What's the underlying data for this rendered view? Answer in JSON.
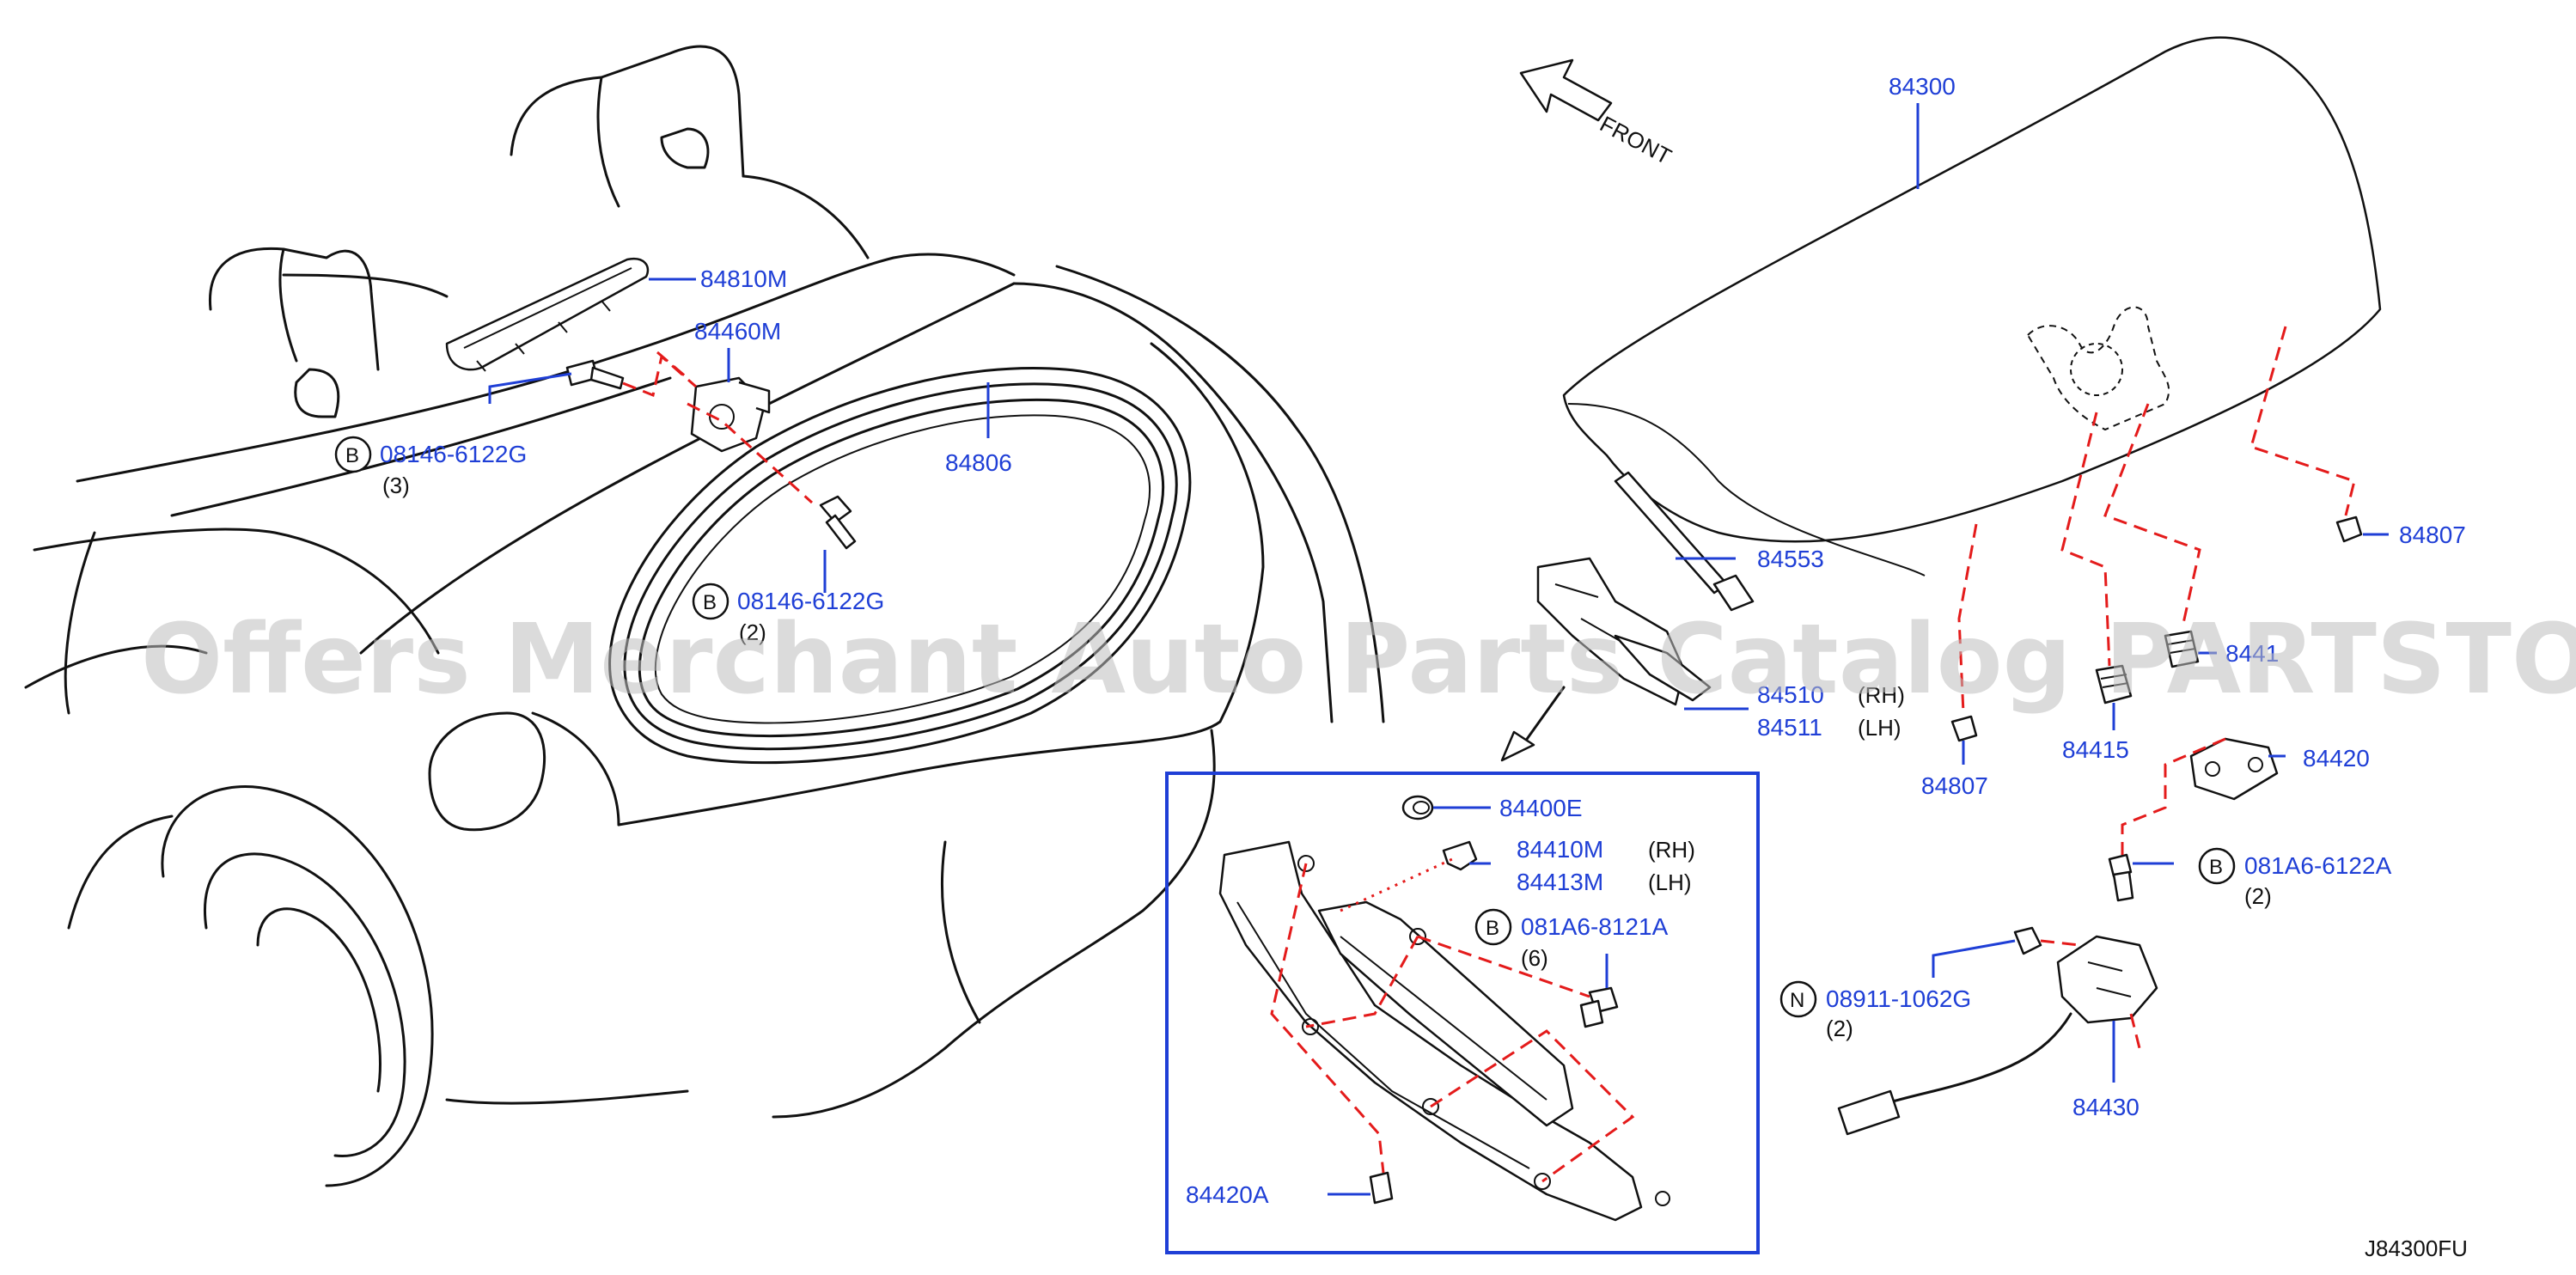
{
  "diagram": {
    "front_label": "FRONT",
    "drawing_code": "J84300FU",
    "watermark": "Offers Merchant Auto Parts Catalog PARTSTORE.SA",
    "colors": {
      "callout": "#1f3fd6",
      "dash": "#e41b1b",
      "line": "#111111",
      "inset_border": "#1f3fd6"
    },
    "callouts": {
      "p84300": "84300",
      "p84810M": "84810M",
      "p84460M": "84460M",
      "bolt1_num": "08146-6122G",
      "bolt1_letter": "B",
      "bolt1_qty": "(3)",
      "p84806": "84806",
      "bolt2_num": "08146-6122G",
      "bolt2_letter": "B",
      "bolt2_qty": "(2)",
      "p84553": "84553",
      "p84510": "84510",
      "p84510_side": "(RH)",
      "p84511": "84511",
      "p84511_side": "(LH)",
      "p84807_right": "84807",
      "p84807_mid": "84807",
      "p84415": "84415",
      "p8441x_partial": "8441",
      "p84420": "84420",
      "bolt3_num": "081A6-6122A",
      "bolt3_letter": "B",
      "bolt3_qty": "(2)",
      "nut_num": "08911-1062G",
      "nut_letter": "N",
      "nut_qty": "(2)",
      "p84430": "84430",
      "inset_84400E": "84400E",
      "inset_84410M": "84410M",
      "inset_84410M_side": "(RH)",
      "inset_84413M": "84413M",
      "inset_84413M_side": "(LH)",
      "inset_bolt_num": "081A6-8121A",
      "inset_bolt_letter": "B",
      "inset_bolt_qty": "(6)",
      "inset_84420A": "84420A"
    }
  }
}
